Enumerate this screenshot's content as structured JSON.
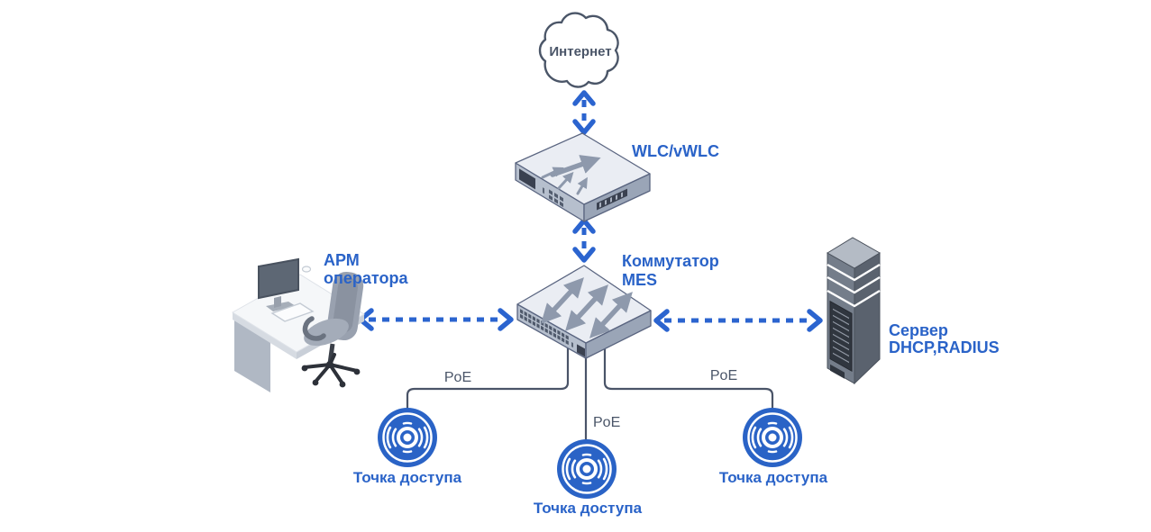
{
  "diagram": {
    "background": "#ffffff",
    "colors": {
      "accent_blue": "#2a63c8",
      "arrow_blue": "#2b64cf",
      "ap_blue": "#2a63c6",
      "neutral_text": "#4a5568",
      "wire_gray": "#4a5468",
      "cloud_outline": "#4b5668",
      "device_top": "#eaedf3",
      "device_front": "#b6bfcd",
      "device_side": "#9aa5b7",
      "device_arrow_gray": "#8e99ac",
      "server_front": "#747d8a",
      "server_side": "#5a626e",
      "server_top": "#b4bbc5"
    },
    "nodes": {
      "internet": {
        "label": "Интернет"
      },
      "wlc": {
        "label": "WLC/vWLC"
      },
      "mes_switch": {
        "label_line1": "Коммутатор",
        "label_line2": "MES"
      },
      "operator_workstation": {
        "label_line1": "АРМ",
        "label_line2": "оператора"
      },
      "server": {
        "label_line1": "Сервер",
        "label_line2": "DHCP,RADIUS"
      },
      "access_point_left": {
        "label": "Точка доступа"
      },
      "access_point_center": {
        "label": "Точка доступа"
      },
      "access_point_right": {
        "label": "Точка доступа"
      }
    },
    "links": {
      "poe_left": {
        "label": "PoE"
      },
      "poe_center": {
        "label": "PoE"
      },
      "poe_right": {
        "label": "PoE"
      }
    }
  }
}
